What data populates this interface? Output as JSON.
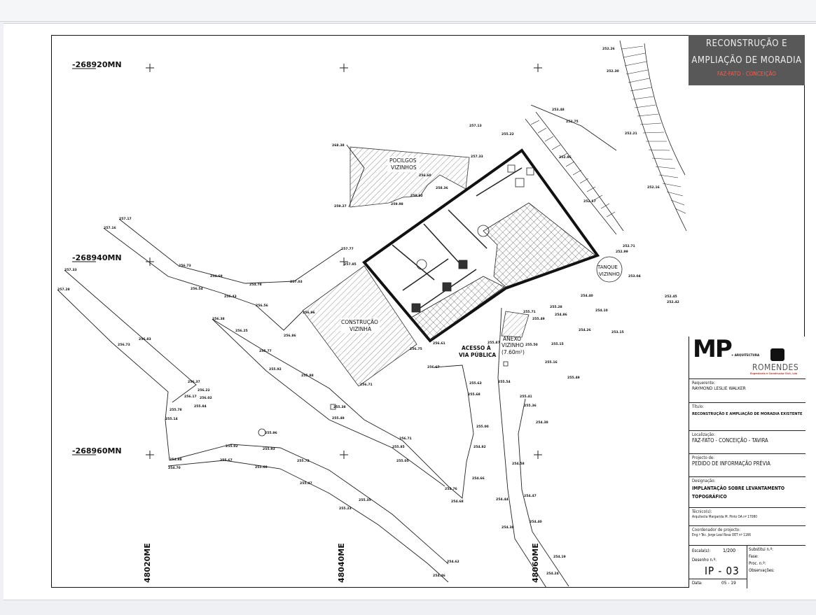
{
  "sheet": {
    "title_lines": [
      "RECONSTRUÇÃO E",
      "AMPLIAÇÃO DE MORADIA"
    ],
    "location_red": "FAZ-FATO - CONCEIÇÃO"
  },
  "grid": {
    "north_labels": [
      "-268920MN",
      "-268940MN",
      "-268960MN"
    ],
    "east_labels": [
      "48020ME",
      "48040ME",
      "48060ME"
    ]
  },
  "annotations": {
    "pocilgos": [
      "POCILGOS",
      "VIZINHOS"
    ],
    "construcao": [
      "CONSTRUÇÃO",
      "VIZINHA"
    ],
    "anexo": [
      "ANEXO",
      "VIZINHO",
      "(7.60m²)"
    ],
    "acesso": [
      "ACESSO À",
      "VIA PÚBLICA"
    ],
    "tanque": [
      "TANQUE",
      "VIZINHO"
    ]
  },
  "levels": [
    "252.26",
    "252.30",
    "253.48",
    "252.75",
    "257.13",
    "255.22",
    "252.21",
    "252.86",
    "268.38",
    "257.33",
    "256.60",
    "258.36",
    "258.82",
    "259.27",
    "259.98",
    "252.16",
    "252.87",
    "252.71",
    "252.99",
    "253.04",
    "257.17",
    "257.16",
    "257.77",
    "257.85",
    "256.73",
    "254.69",
    "254.78",
    "257.03",
    "257.33",
    "257.28",
    "256.54",
    "256.43",
    "256.56",
    "256.38",
    "256.25",
    "256.86",
    "256.96",
    "256.75",
    "256.61",
    "255.87",
    "255.50",
    "255.71",
    "255.49",
    "255.28",
    "254.86",
    "254.40",
    "254.26",
    "254.10",
    "253.15",
    "252.45",
    "252.42",
    "256.83",
    "256.73",
    "255.77",
    "255.92",
    "255.88",
    "255.15",
    "255.16",
    "255.49",
    "256.67",
    "256.71",
    "255.63",
    "255.68",
    "255.54",
    "256.37",
    "256.22",
    "256.17",
    "256.02",
    "255.84",
    "255.78",
    "255.14",
    "255.38",
    "255.49",
    "255.41",
    "255.36",
    "254.38",
    "255.00",
    "254.82",
    "254.66",
    "254.76",
    "254.68",
    "255.96",
    "255.85",
    "255.05",
    "254.58",
    "254.88",
    "254.70",
    "255.02",
    "255.93",
    "255.67",
    "255.69",
    "255.72",
    "255.47",
    "255.35",
    "255.23",
    "254.44",
    "254.47",
    "254.40",
    "254.38",
    "254.19",
    "254.62",
    "254.46",
    "254.24",
    "256.71"
  ],
  "title_block": {
    "company": "MP",
    "company_sub": "+ ARQUITECTURA",
    "partner": "ROMENDES",
    "partner_sub": "Engenharia e Construção Civil, Lda",
    "requerente_label": "Requerente:",
    "requerente": "RAYMOND LESLIE WALKER",
    "titulo_label": "Título:",
    "titulo": "RECONSTRUÇÃO E AMPLIAÇÃO DE MORADIA EXISTENTE",
    "localizacao_label": "Localização:",
    "localizacao": "FAZ-FATO - CONCEIÇÃO - TAVIRA",
    "projeto_label": "Projecto de:",
    "projeto": "PEDIDO DE INFORMAÇÃO PRÉVIA",
    "designacao_label": "Designação:",
    "designacao": [
      "IMPLANTAÇÃO SOBRE LEVANTAMENTO",
      "TOPOGRÁFICO"
    ],
    "tecnico_label": "Técnico(s):",
    "tecnico": "Arquitecta Margarida M. Pinto OA nº 17080",
    "coordenador_label": "Coordenador de projecto:",
    "coordenador": "Eng.º Téc. Jorge Leal Rosa OET nº 1166",
    "escala_label": "Escala(s):",
    "escala": "1/200",
    "desenho_label": "Desenho n.º:",
    "desenho": "IP - 03",
    "data_label": "Data:",
    "data": "05 - 19",
    "substitui_label": "Substitui n.º:",
    "fase_label": "Fase:",
    "proc_label": "Proc. n.º:",
    "observacoes_label": "Observações:"
  }
}
